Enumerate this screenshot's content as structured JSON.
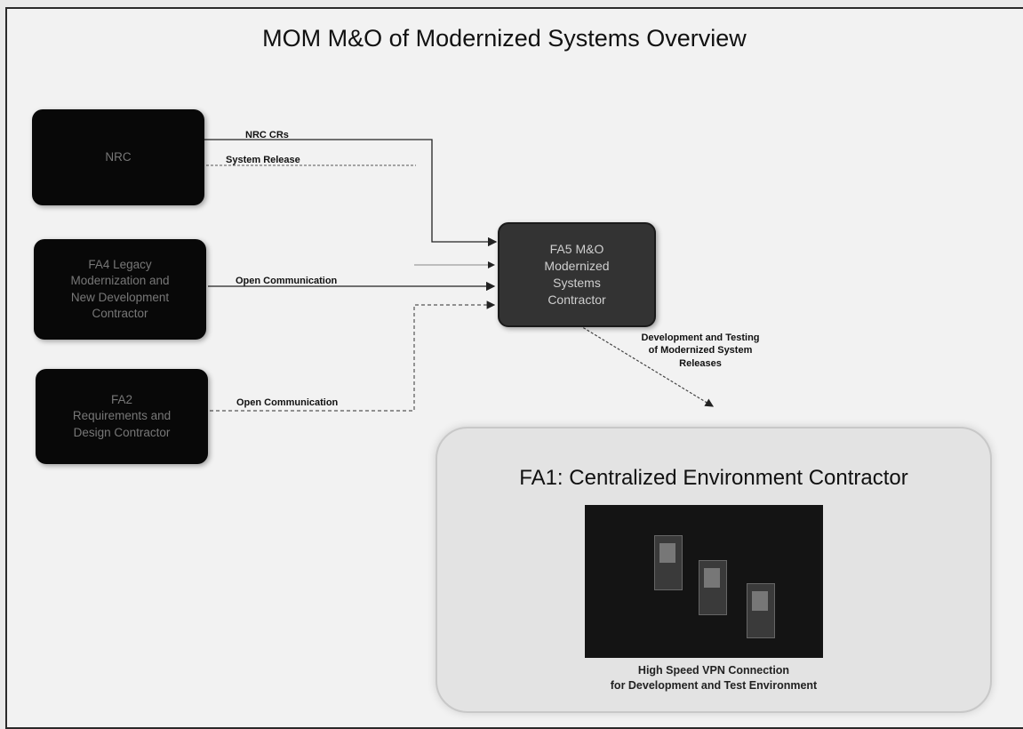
{
  "title": "MOM M&O of Modernized Systems Overview",
  "nodes": {
    "nrc": "NRC",
    "fa4": "FA4 Legacy\nModernization and\nNew Development\nContractor",
    "fa2": "FA2\nRequirements and\nDesign Contractor",
    "fa5": "FA5 M&O\nModernized\nSystems\nContractor"
  },
  "edges": {
    "nrc_crs": "NRC CRs",
    "system_release": "System Release",
    "open_comm_fa4": "Open Communication",
    "open_comm_fa2": "Open Communication",
    "dev_testing": "Development and Testing\nof Modernized System\nReleases"
  },
  "fa1": {
    "title": "FA1: Centralized Environment Contractor",
    "caption": "High Speed VPN Connection\nfor Development and Test Environment"
  }
}
